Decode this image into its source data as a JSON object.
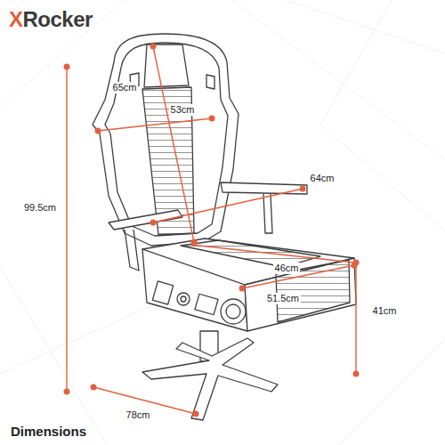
{
  "diagram": {
    "caption": "Dimensions",
    "labels": [
      "XRocker",
      "65cm",
      "53cm",
      "64cm",
      "99.5cm",
      "46cm",
      "51.5cm",
      "41cm",
      "78cm"
    ]
  }
}
